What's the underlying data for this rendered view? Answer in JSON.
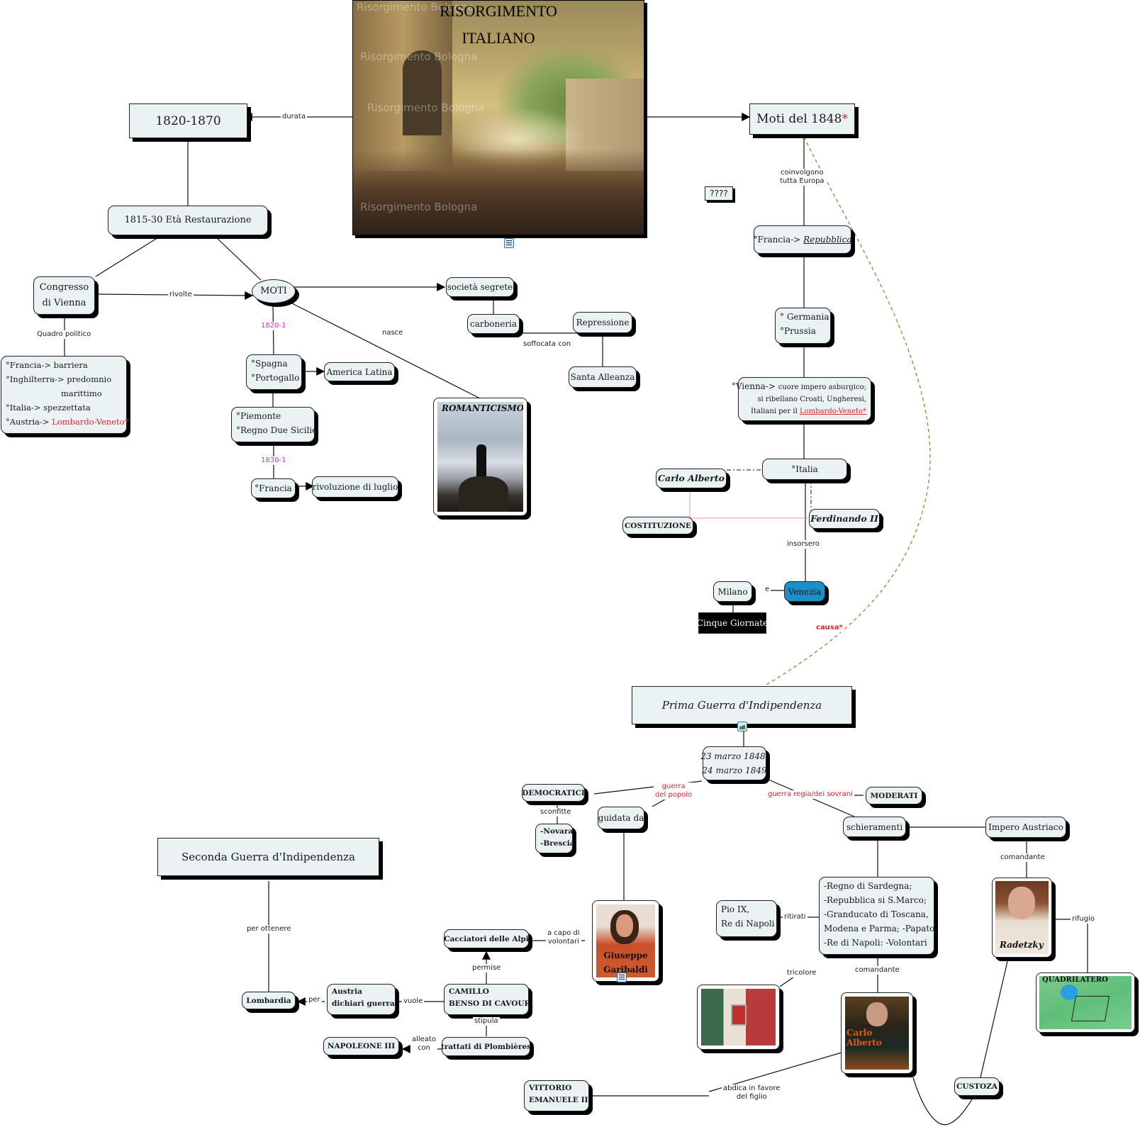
{
  "hero": {
    "title_line1": "RISORGIMENTO",
    "title_line2": "ITALIANO",
    "watermark": "Risorgimento Bologna"
  },
  "nodes": {
    "period": "1820-1870",
    "restaurazione": "1815-30  Età Restaurazione",
    "congresso_line1": "Congresso",
    "congresso_line2": "di Vienna",
    "quadro_items": [
      "°Francia-> barriera",
      "°Inghilterra-> predomnio",
      "marittimo",
      "°Italia-> spezzettata",
      "°Austria-> "
    ],
    "quadro_red": "Lombardo-Veneto*",
    "moti": "MOTI",
    "societa_segrete": "società segrete",
    "carboneria": "carboneria",
    "repressione": "Repressione",
    "santa_alleanza": "Santa Alleanza",
    "spagna_line1": "°Spagna",
    "spagna_line2": "°Portogallo",
    "america_latina": "America Latina",
    "piemonte_line1": "°Piemonte",
    "piemonte_line2": "°Regno Due Sicilie",
    "francia": "°Francia",
    "rivoluzione_luglio": "rivoluzione di luglio",
    "romanticismo": "ROMANTICISMO",
    "moti1848": "Moti del 1848",
    "moti1848_star": "*",
    "question": "????",
    "francia_rep_prefix": "°Francia-> ",
    "francia_rep": "Repubblica",
    "germania_line1": "° Germania",
    "germania_line2": "°Prussia",
    "vienna_line1_a": "°Vienna-> ",
    "vienna_line1_b": "cuore impero asburgico;",
    "vienna_line2": "si ribellano Croati, Ungheresi,",
    "vienna_line3": "Italiani per il ",
    "vienna_red": "Lombardo-Veneto*",
    "italia": "°Italia",
    "carlo_alberto": "Carlo Alberto",
    "costituzione": "COSTITUZIONE",
    "ferdinando": "Ferdinando II",
    "milano": "Milano",
    "venezia": "Venezia",
    "cinque_giornate": "Cinque Giornate",
    "prima_guerra": "Prima Guerra d'Indipendenza",
    "date_line1": "23 marzo 1848-",
    "date_line2": "24 marzo 1849",
    "democratici": "DEMOCRATICI",
    "novara_line1": "-Novara",
    "novara_line2": "-Brescia",
    "guidata_da": "guidata da",
    "moderati": "MODERATI",
    "schieramenti": "schieramenti",
    "impero_austriaco": "Impero Austriaco",
    "pio_line1": "Pio IX,",
    "pio_line2": "Re di Napoli",
    "schier_items": [
      "-Regno di Sardegna;",
      "-Repubblica si S.Marco;",
      "-Granducato di Toscana,",
      "Modena e Parma;  -Papato;",
      "-Re di Napoli: -Volontari"
    ],
    "radetzky": "Radetzky",
    "quadrilatero": "QUADRILATERO",
    "carlo_alberto_pic": "Carlo Alberto",
    "garibaldi_line1": "Giuseppe",
    "garibaldi_line2": "Garibaldi",
    "custoza": "CUSTOZA",
    "seconda_guerra": "Seconda Guerra d'Indipendenza",
    "lombardia": "Lombardia",
    "austria_line1": "Austria",
    "austria_line2": "dichiari guerra",
    "cavour_line1": "CAMILLO",
    "cavour_line2": "BENSO DI CAVOUR",
    "cacciatori": "Cacciatori delle Alpi",
    "napoleone": "NAPOLEONE III",
    "plombieres": "trattati di Plombières",
    "vittorio_line1": "VITTORIO",
    "vittorio_line2": "EMANUELE II"
  },
  "links": {
    "durata": "durata",
    "rivolte": "rivolte",
    "quadro_politico": "Quadro politico",
    "y1820": "1820-1",
    "y1830": "1830-1",
    "nasce": "nasce",
    "soffocata_con": "soffocata con",
    "coinvolgono_1": "coinvolgono",
    "coinvolgono_2": "tutta Europa",
    "insorsero": "insorsero",
    "e": "e",
    "causa": "causa*",
    "guerra_popolo_1": "guerra",
    "guerra_popolo_2": "del popolo",
    "guerra_regia": "guerra regia/dei sovrani",
    "sconfitte": "sconfitte",
    "comandante_1": "comandante",
    "ritirati": "ritirati",
    "comandante_2": "comandante",
    "rifugio": "rifugio",
    "tricolore": "tricolore",
    "a_capo_1": "a capo di",
    "a_capo_2": "volontari",
    "permise": "permise",
    "per_ottenere": "per ottenere",
    "per": "per",
    "vuole": "vuole",
    "stipula": "stipula",
    "alleato_1": "alleato",
    "alleato_2": "con",
    "abdica_1": "abdica in favore",
    "abdica_2": "del figlio"
  },
  "colors": {
    "node_fill": "#eaf2f4",
    "red_text": "#d8262c",
    "magenta_text": "#cc33cc",
    "venezia_fill": "#1a8fc8",
    "dashed_link": "#8a8a3a",
    "pink_link": "#e090c0"
  }
}
